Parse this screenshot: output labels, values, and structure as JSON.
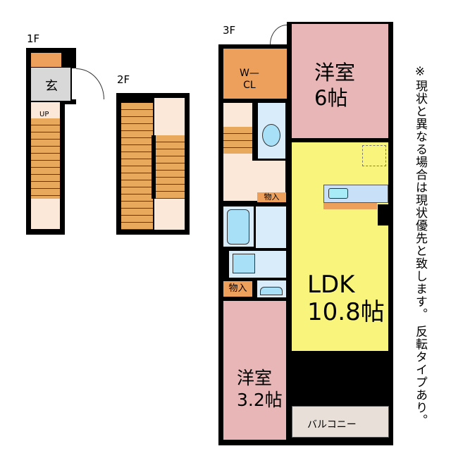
{
  "floors": {
    "f1": {
      "label": "1F",
      "entrance": "玄",
      "up": "UP"
    },
    "f2": {
      "label": "2F"
    },
    "f3": {
      "label": "3F",
      "walk_in_closet": "W—\nCL",
      "bedroom_large": {
        "name": "洋室",
        "size": "6帖"
      },
      "storage1": "物入",
      "storage2": "物入",
      "ldk": {
        "name": "LDK",
        "size": "10.8帖"
      },
      "bedroom_small": {
        "name": "洋室",
        "size": "3.2帖"
      },
      "balcony": "バルコニー"
    }
  },
  "note": "※現状と異なる場合は現状優先と致します。 反転タイプあり。",
  "colors": {
    "stairs": "#e8a95c",
    "light": "#fce8d8",
    "entrance": "#d8d8d8",
    "closet": "#ed9f5c",
    "bedroom": "#e8b6b6",
    "ldk": "#f8f47c",
    "water": "#d8ecfa",
    "balcony": "#e8e0d8"
  }
}
